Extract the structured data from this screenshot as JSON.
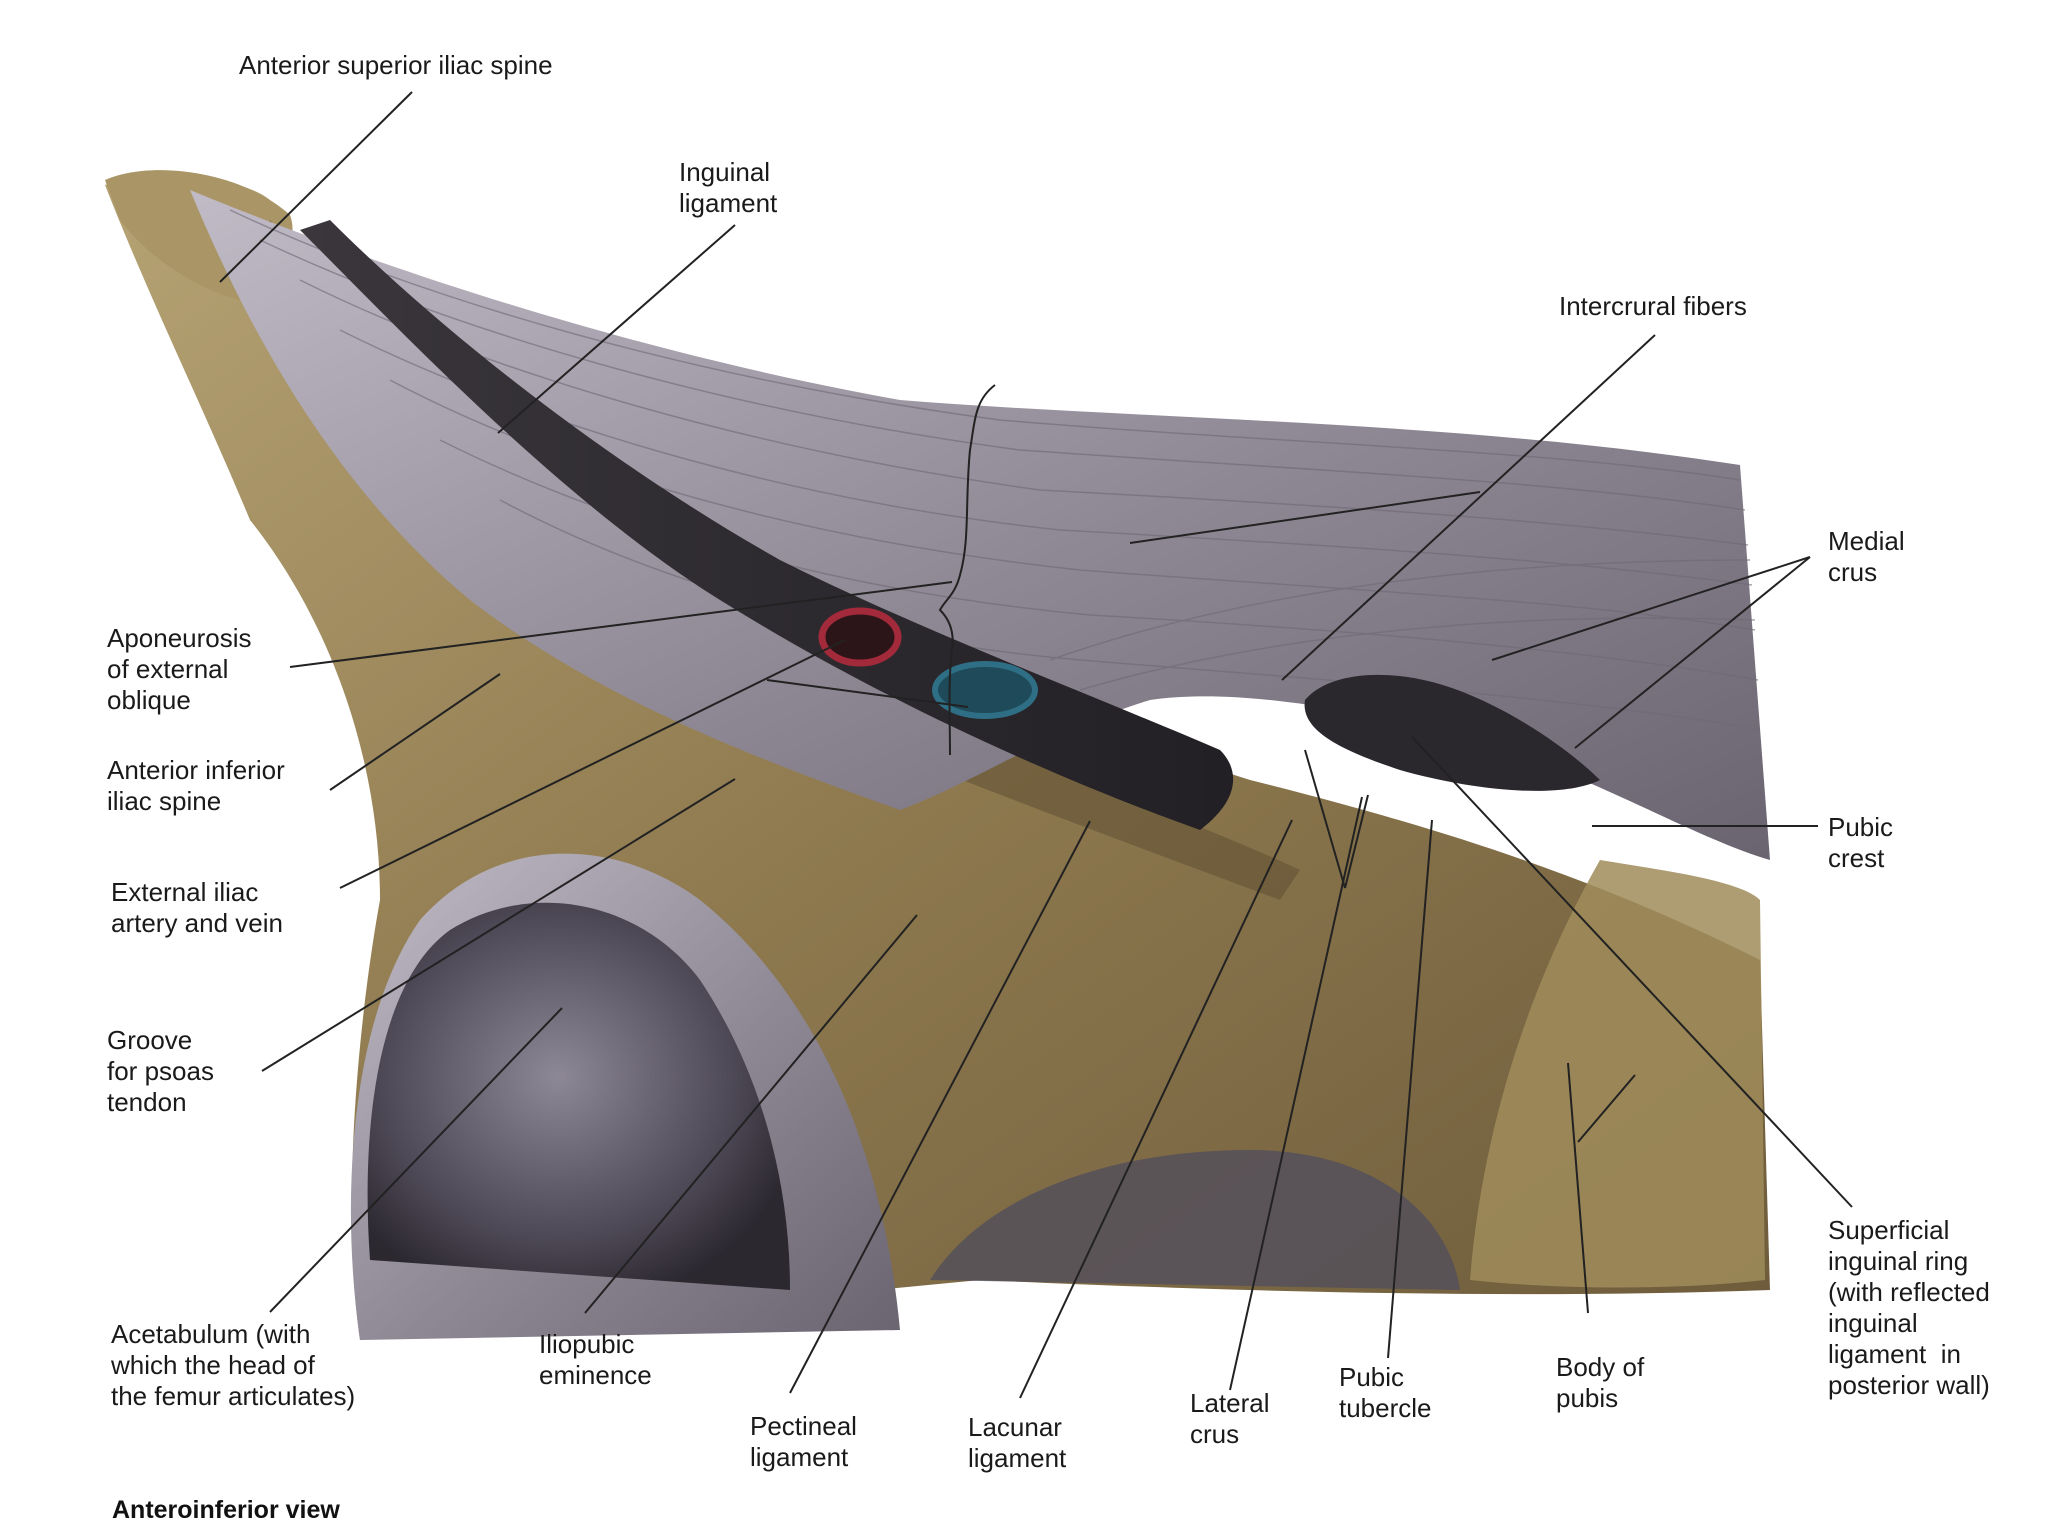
{
  "diagram": {
    "caption": "Anteroinferior view",
    "labels": {
      "asis": "Anterior superior iliac spine",
      "inguinal_ligament": "Inguinal\nligament",
      "intercrural_fibers": "Intercrural fibers",
      "aponeurosis": "Aponeurosis\nof external\noblique",
      "aiis": "Anterior inferior\niliac spine",
      "external_iliac": "External iliac\nartery and vein",
      "groove_psoas": "Groove\nfor psoas\ntendon",
      "acetabulum": "Acetabulum (with\nwhich the head of\nthe femur articulates)",
      "iliopubic_eminence": "Iliopubic\neminence",
      "pectineal_ligament": "Pectineal\nligament",
      "lacunar_ligament": "Lacunar\nligament",
      "lateral_crus": "Lateral\ncrus",
      "pubic_tubercle": "Pubic\ntubercle",
      "body_of_pubis": "Body of\npubis",
      "medial_crus": "Medial\ncrus",
      "pubic_crest": "Pubic\ncrest",
      "superficial_ring": "Superficial\ninguinal ring\n(with reflected\ninguinal\nligament  in\nposterior wall)"
    },
    "colors": {
      "bone": "#8f7a4f",
      "bone_light": "#b6a374",
      "bone_dark": "#5f4e33",
      "ligament": "#8e8894",
      "ligament_light": "#b7b2bd",
      "ligament_dark": "#4c4752",
      "artery": "#a22a3a",
      "vein": "#2f6f86",
      "leader_line": "#222222"
    }
  }
}
